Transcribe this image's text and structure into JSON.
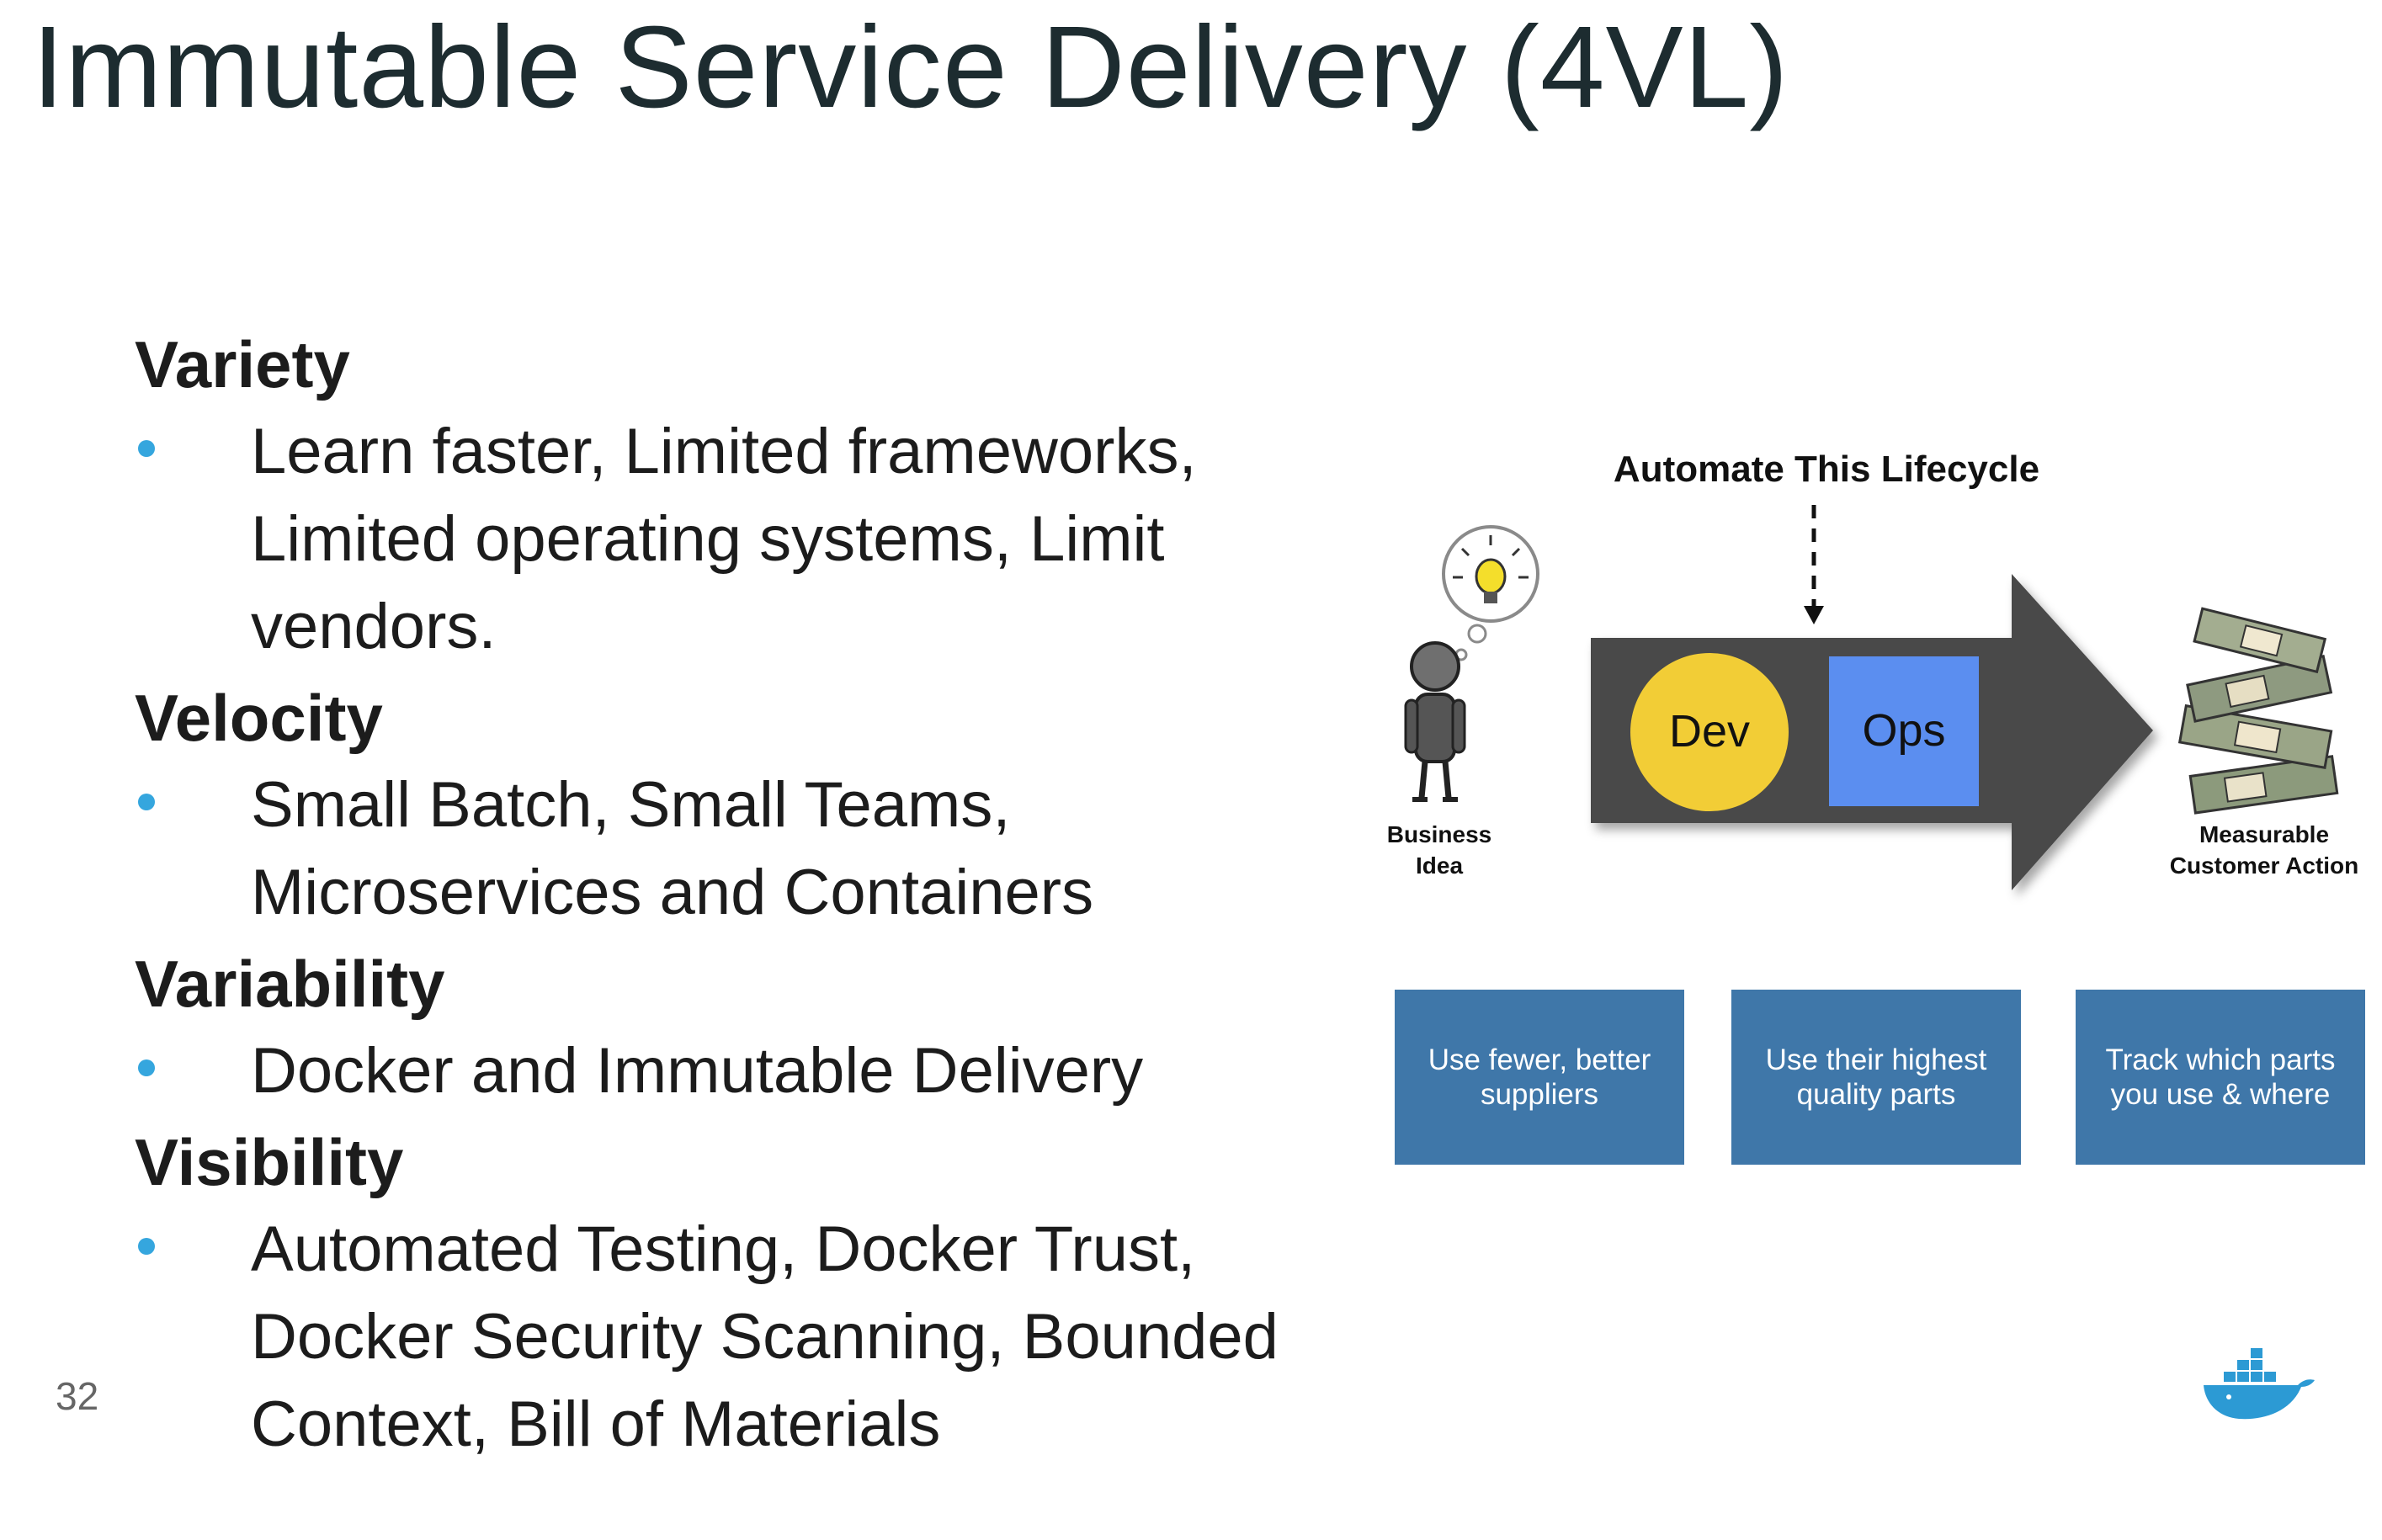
{
  "slide": {
    "title": "Immutable Service Delivery (4VL)",
    "page_number": "32"
  },
  "sections": [
    {
      "heading": "Variety",
      "bullets": [
        "Learn faster, Limited frameworks, Limited operating systems, Limit vendors."
      ]
    },
    {
      "heading": "Velocity",
      "bullets": [
        "Small Batch, Small Teams, Microservices and Containers"
      ]
    },
    {
      "heading": "Variability",
      "bullets": [
        "Docker and Immutable Delivery"
      ]
    },
    {
      "heading": "Visibility",
      "bullets": [
        "Automated Testing, Docker Trust, Docker Security Scanning, Bounded Context, Bill of Materials"
      ]
    }
  ],
  "diagram": {
    "lifecycle_label": "Automate This Lifecycle",
    "start_label_line1": "Business",
    "start_label_line2": "Idea",
    "end_label_line1": "Measurable",
    "end_label_line2": "Customer Action",
    "dev_label": "Dev",
    "ops_label": "Ops",
    "colors": {
      "arrow": "#4a4a4a",
      "dev": "#f2cd36",
      "ops": "#5b8ef0",
      "box": "#3f77a9"
    }
  },
  "boxes": [
    {
      "text": "Use fewer, better suppliers"
    },
    {
      "text": "Use their highest quality parts"
    },
    {
      "text": "Track which parts you use & where"
    }
  ],
  "logo": {
    "icon": "docker-whale-icon"
  }
}
